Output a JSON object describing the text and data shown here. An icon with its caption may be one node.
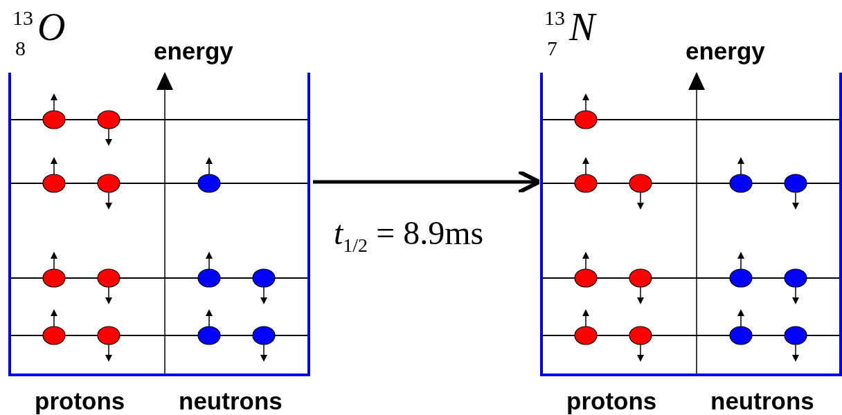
{
  "diagram": {
    "nodes": [
      {
        "text": [
          "$^{13}$$_{8}$*O*",
          "energy",
          "protons",
          "neutrons"
        ]
      },
      {
        "text": [
          "$^{13}$$_{7}$*N*",
          "energy",
          "protons",
          "neutrons"
        ]
      }
    ],
    "edges": [
      {
        "from": 0,
        "to": 1,
        "arrow": "to",
        "label": "*t*$_{1/2}$ = 8.9ms"
      }
    ]
  }
}
